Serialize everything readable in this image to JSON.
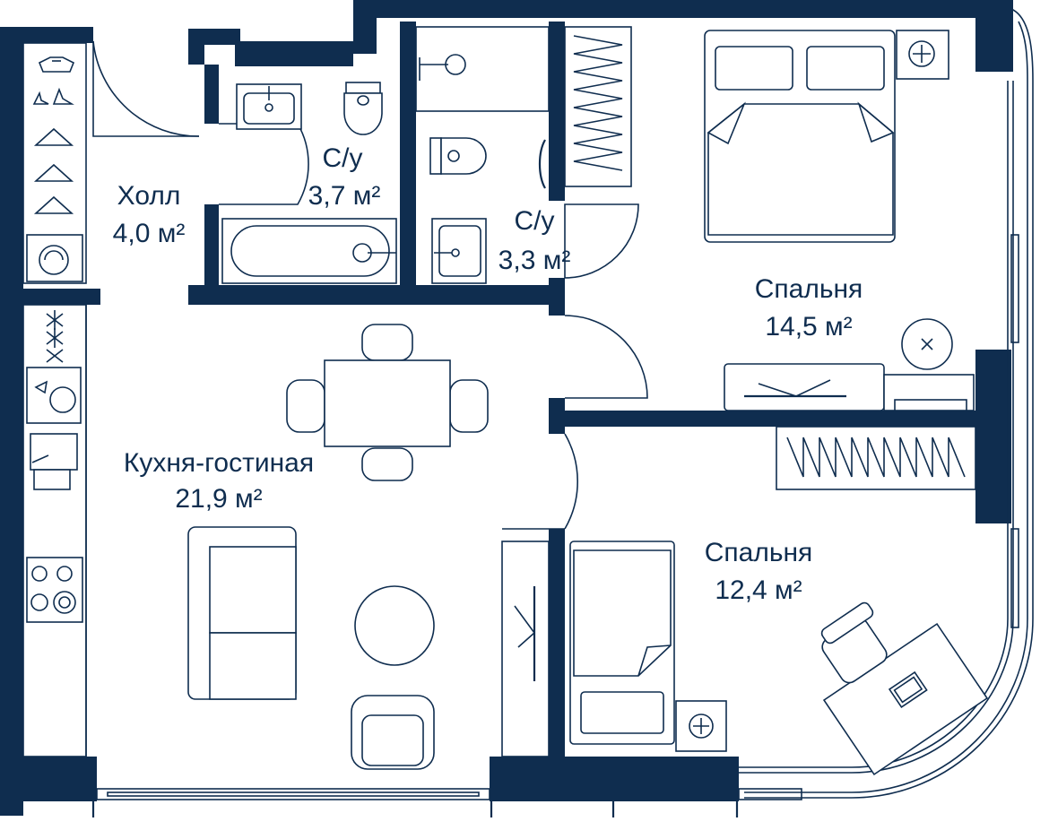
{
  "colors": {
    "walls": "#0f2d4f",
    "background": "#ffffff"
  },
  "rooms": [
    {
      "id": "hall",
      "name": "Холл",
      "area": "4,0 м²"
    },
    {
      "id": "bath1",
      "name": "С/у",
      "area": "3,7 м²"
    },
    {
      "id": "bath2",
      "name": "С/у",
      "area": "3,3 м²"
    },
    {
      "id": "bedroom1",
      "name": "Спальня",
      "area": "14,5 м²"
    },
    {
      "id": "living",
      "name": "Кухня-гостиная",
      "area": "21,9 м²"
    },
    {
      "id": "bedroom2",
      "name": "Спальня",
      "area": "12,4 м²"
    }
  ],
  "icons": [
    "wardrobe-icon",
    "shoes-icon",
    "hanger-icon",
    "washing-machine-icon",
    "bathtub-icon",
    "washbasin-icon",
    "toilet-icon",
    "shower-icon",
    "double-bed-icon",
    "single-bed-icon",
    "dining-table-icon",
    "sofa-icon",
    "armchair-icon",
    "round-table-icon",
    "hob-icon",
    "kitchen-sink-icon",
    "desk-icon",
    "laptop-icon",
    "office-chair-icon",
    "nightstand-icon",
    "tv-icon",
    "closet-icon"
  ]
}
